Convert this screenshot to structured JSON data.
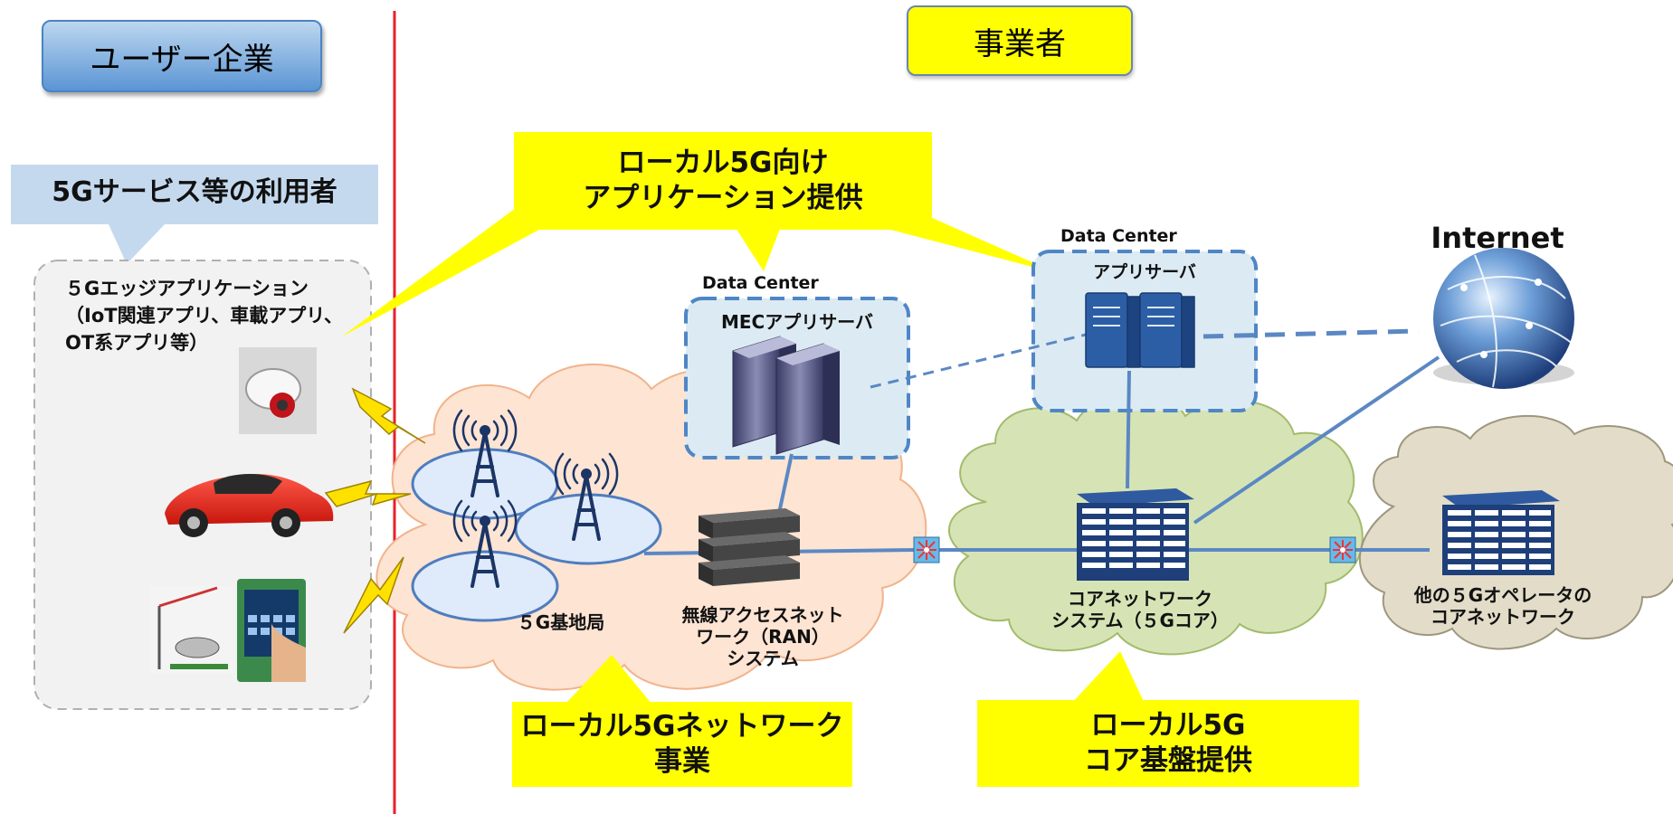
{
  "headers": {
    "user_company": "ユーザー企業",
    "operator": "事業者"
  },
  "user_side": {
    "callout": "5Gサービス等の利用者",
    "edge_app_line1": "５Gエッジアプリケーション",
    "edge_app_line2": "（IoT関連アプリ、車載アプリ、",
    "edge_app_line3": "OT系アプリ等）"
  },
  "callouts": {
    "app_provision_line1": "ローカル5G向け",
    "app_provision_line2": "アプリケーション提供",
    "network_business_line1": "ローカル5Gネットワーク",
    "network_business_line2": "事業",
    "core_provision_line1": "ローカル5G",
    "core_provision_line2": "コア基盤提供"
  },
  "nodes": {
    "data_center_mec": "Data Center",
    "mec_server": "MECアプリサーバ",
    "data_center_app": "Data Center",
    "app_server": "アプリサーバ",
    "internet": "Internet",
    "base_station": "５G基地局",
    "ran_line1": "無線アクセスネット",
    "ran_line2": "ワーク（RAN）",
    "ran_line3": "システム",
    "core_line1": "コアネットワーク",
    "core_line2": "システム（５Gコア）",
    "other_core_line1": "他の５Gオペレータの",
    "other_core_line2": "コアネットワーク"
  },
  "colors": {
    "divider": "#e8202a",
    "callout_yellow": "#ffff00",
    "ran_cloud": "#fde4d3",
    "core_cloud": "#d6e4b5",
    "other_cloud": "#e2dcc8",
    "data_center_fill": "#dcebf3",
    "data_center_border": "#4f86c6",
    "link": "#5b88c4",
    "server_navy": "#1e3f7a",
    "user_pill": "#5b95d4"
  }
}
